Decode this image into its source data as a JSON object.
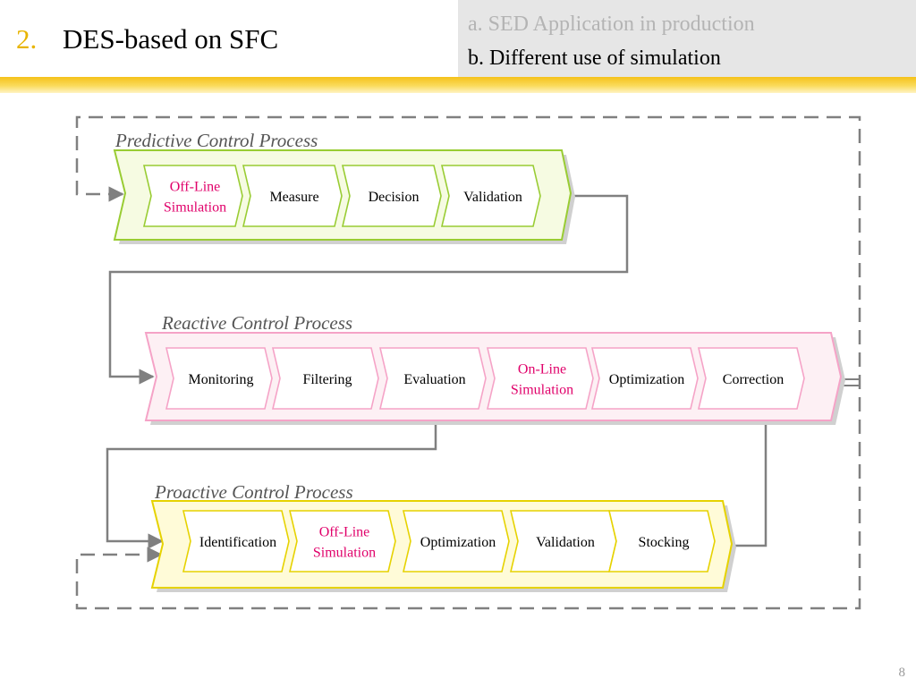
{
  "header": {
    "number": "2.",
    "title": "DES-based on SFC",
    "nav_items": [
      {
        "label": "a. SED Application in production",
        "active": false
      },
      {
        "label": "b. Different use of simulation",
        "active": true
      }
    ]
  },
  "page_number": "8",
  "colors": {
    "accent_yellow": "#f5c21a",
    "predictive_border": "#99cc33",
    "predictive_fill": "#f6fbe2",
    "reactive_border": "#f5a3c7",
    "reactive_fill": "#fdf0f4",
    "proactive_border": "#e6d200",
    "proactive_fill": "#fffbd8",
    "highlight_text": "#e0006a",
    "connector": "#808080"
  },
  "processes": [
    {
      "id": "predictive",
      "title": "Predictive Control Process",
      "steps": [
        {
          "lines": [
            "Off-Line",
            "Simulation"
          ],
          "highlight": true
        },
        {
          "lines": [
            "Measure"
          ],
          "highlight": false
        },
        {
          "lines": [
            "Decision"
          ],
          "highlight": false
        },
        {
          "lines": [
            "Validation"
          ],
          "highlight": false
        }
      ]
    },
    {
      "id": "reactive",
      "title": "Reactive Control Process",
      "steps": [
        {
          "lines": [
            "Monitoring"
          ],
          "highlight": false
        },
        {
          "lines": [
            "Filtering"
          ],
          "highlight": false
        },
        {
          "lines": [
            "Evaluation"
          ],
          "highlight": false
        },
        {
          "lines": [
            "On-Line",
            "Simulation"
          ],
          "highlight": true
        },
        {
          "lines": [
            "Optimization"
          ],
          "highlight": false
        },
        {
          "lines": [
            "Correction"
          ],
          "highlight": false
        }
      ]
    },
    {
      "id": "proactive",
      "title": "Proactive Control Process",
      "steps": [
        {
          "lines": [
            "Identification"
          ],
          "highlight": false
        },
        {
          "lines": [
            "Off-Line",
            "Simulation"
          ],
          "highlight": true
        },
        {
          "lines": [
            "Optimization"
          ],
          "highlight": false
        },
        {
          "lines": [
            "Validation"
          ],
          "highlight": false
        },
        {
          "lines": [
            "Stocking"
          ],
          "highlight": false
        }
      ]
    }
  ]
}
